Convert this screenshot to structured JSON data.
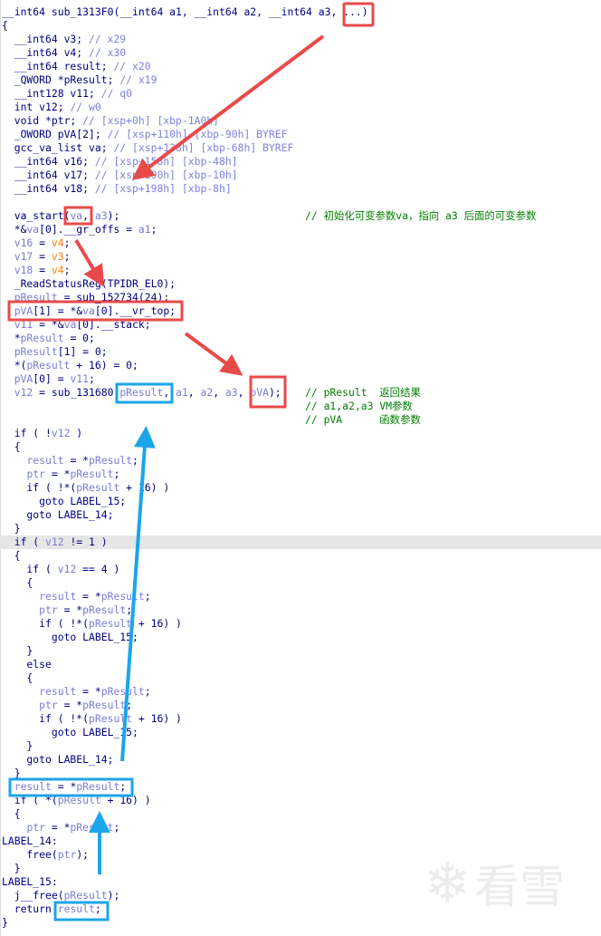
{
  "colors": {
    "keyword": "#000080",
    "variable": "#7b7bd6",
    "comment": "#8080e0",
    "constant": "#ff8000",
    "annotation_comment": "#008000",
    "highlight_row": "#e6e6e6",
    "red_annotation": "#e84a4a",
    "blue_annotation": "#1ba5ea"
  },
  "watermark": {
    "text": "看雪",
    "icon": "snowflake-icon"
  },
  "highlighted_line": 39,
  "lines": [
    [
      [
        "k",
        "__int64 sub_1313F0(__int64 a1, __int64 a2, __int64 a3, ...)"
      ]
    ],
    [
      [
        "k",
        "{"
      ]
    ],
    [
      [
        "k",
        "  __int64 v3; "
      ],
      [
        "c",
        "// x29"
      ]
    ],
    [
      [
        "k",
        "  __int64 v4; "
      ],
      [
        "c",
        "// x30"
      ]
    ],
    [
      [
        "k",
        "  __int64 result; "
      ],
      [
        "c",
        "// x20"
      ]
    ],
    [
      [
        "k",
        "  _QWORD *pResult; "
      ],
      [
        "c",
        "// x19"
      ]
    ],
    [
      [
        "k",
        "  __int128 v11; "
      ],
      [
        "c",
        "// q0"
      ]
    ],
    [
      [
        "k",
        "  int v12; "
      ],
      [
        "c",
        "// w0"
      ]
    ],
    [
      [
        "k",
        "  void *ptr; "
      ],
      [
        "c",
        "// [xsp+0h] [xbp-1A0h]"
      ]
    ],
    [
      [
        "k",
        "  _OWORD pVA[2]; "
      ],
      [
        "c",
        "// [xsp+110h] [xbp-90h] BYREF"
      ]
    ],
    [
      [
        "k",
        "  gcc_va_list va; "
      ],
      [
        "c",
        "// [xsp+138h] [xbp-68h] BYREF"
      ]
    ],
    [
      [
        "k",
        "  __int64 v16; "
      ],
      [
        "c",
        "// [xsp+158h] [xbp-48h]"
      ]
    ],
    [
      [
        "k",
        "  __int64 v17; "
      ],
      [
        "c",
        "// [xsp+190h] [xbp-10h]"
      ]
    ],
    [
      [
        "k",
        "  __int64 v18; "
      ],
      [
        "c",
        "// [xsp+198h] [xbp-8h]"
      ]
    ],
    [],
    [
      [
        "k",
        "  va_start("
      ],
      [
        "v",
        "va"
      ],
      [
        "k",
        ", "
      ],
      [
        "v",
        "a3"
      ],
      [
        "k",
        ");"
      ],
      [
        "rc",
        "// 初始化可变参数va，指向 a3 后面的可变参数"
      ]
    ],
    [
      [
        "k",
        "  *&"
      ],
      [
        "v",
        "va"
      ],
      [
        "k",
        "[0].__gr_offs = "
      ],
      [
        "v",
        "a1"
      ],
      [
        "k",
        ";"
      ]
    ],
    [
      [
        "k",
        "  "
      ],
      [
        "v",
        "v16"
      ],
      [
        "k",
        " = "
      ],
      [
        "o",
        "v4"
      ],
      [
        "k",
        ";"
      ]
    ],
    [
      [
        "k",
        "  "
      ],
      [
        "v",
        "v17"
      ],
      [
        "k",
        " = "
      ],
      [
        "o",
        "v3"
      ],
      [
        "k",
        ";"
      ]
    ],
    [
      [
        "k",
        "  "
      ],
      [
        "v",
        "v18"
      ],
      [
        "k",
        " = "
      ],
      [
        "o",
        "v4"
      ],
      [
        "k",
        ";"
      ]
    ],
    [
      [
        "k",
        "  _ReadStatusReg(TPIDR_EL0);"
      ]
    ],
    [
      [
        "k",
        "  "
      ],
      [
        "v",
        "pResult"
      ],
      [
        "k",
        " = sub_152734(24);"
      ]
    ],
    [
      [
        "k",
        "  "
      ],
      [
        "v",
        "pVA"
      ],
      [
        "k",
        "[1] = *&"
      ],
      [
        "v",
        "va"
      ],
      [
        "k",
        "[0].__vr_top;"
      ]
    ],
    [
      [
        "k",
        "  "
      ],
      [
        "v",
        "v11"
      ],
      [
        "k",
        " = *&"
      ],
      [
        "v",
        "va"
      ],
      [
        "k",
        "[0].__stack;"
      ]
    ],
    [
      [
        "k",
        "  *"
      ],
      [
        "v",
        "pResult"
      ],
      [
        "k",
        " = 0;"
      ]
    ],
    [
      [
        "k",
        "  "
      ],
      [
        "v",
        "pResult"
      ],
      [
        "k",
        "[1] = 0;"
      ]
    ],
    [
      [
        "k",
        "  *("
      ],
      [
        "v",
        "pResult"
      ],
      [
        "k",
        " + 16) = 0;"
      ]
    ],
    [
      [
        "k",
        "  "
      ],
      [
        "v",
        "pVA"
      ],
      [
        "k",
        "[0] = "
      ],
      [
        "v",
        "v11"
      ],
      [
        "k",
        ";"
      ]
    ],
    [
      [
        "k",
        "  "
      ],
      [
        "v",
        "v12"
      ],
      [
        "k",
        " = sub_131680("
      ],
      [
        "v",
        "pResult"
      ],
      [
        "k",
        ", "
      ],
      [
        "v",
        "a1"
      ],
      [
        "k",
        ", "
      ],
      [
        "v",
        "a2"
      ],
      [
        "k",
        ", "
      ],
      [
        "v",
        "a3"
      ],
      [
        "k",
        ", "
      ],
      [
        "v",
        "pVA"
      ],
      [
        "k",
        ");"
      ],
      [
        "rc",
        "// pResult  返回结果"
      ]
    ],
    [
      [
        "rc",
        "// a1,a2,a3 VM参数"
      ]
    ],
    [
      [
        "rc",
        "// pVA      函数参数"
      ]
    ],
    [
      [
        "k",
        "  if ( !"
      ],
      [
        "v",
        "v12"
      ],
      [
        "k",
        " )"
      ]
    ],
    [
      [
        "k",
        "  {"
      ]
    ],
    [
      [
        "k",
        "    "
      ],
      [
        "v",
        "result"
      ],
      [
        "k",
        " = *"
      ],
      [
        "v",
        "pResult"
      ],
      [
        "k",
        ";"
      ]
    ],
    [
      [
        "k",
        "    "
      ],
      [
        "v",
        "ptr"
      ],
      [
        "k",
        " = *"
      ],
      [
        "v",
        "pResult"
      ],
      [
        "k",
        ";"
      ]
    ],
    [
      [
        "k",
        "    if ( !*("
      ],
      [
        "v",
        "pResult"
      ],
      [
        "k",
        " + 16) )"
      ]
    ],
    [
      [
        "k",
        "      goto LABEL_15;"
      ]
    ],
    [
      [
        "k",
        "    goto LABEL_14;"
      ]
    ],
    [
      [
        "k",
        "  }"
      ]
    ],
    [
      [
        "k",
        "  if ( "
      ],
      [
        "v",
        "v12"
      ],
      [
        "k",
        " != 1 )"
      ]
    ],
    [
      [
        "k",
        "  {"
      ]
    ],
    [
      [
        "k",
        "    if ( "
      ],
      [
        "v",
        "v12"
      ],
      [
        "k",
        " == 4 )"
      ]
    ],
    [
      [
        "k",
        "    {"
      ]
    ],
    [
      [
        "k",
        "      "
      ],
      [
        "v",
        "result"
      ],
      [
        "k",
        " = *"
      ],
      [
        "v",
        "pResult"
      ],
      [
        "k",
        ";"
      ]
    ],
    [
      [
        "k",
        "      "
      ],
      [
        "v",
        "ptr"
      ],
      [
        "k",
        " = *"
      ],
      [
        "v",
        "pResult"
      ],
      [
        "k",
        ";"
      ]
    ],
    [
      [
        "k",
        "      if ( !*("
      ],
      [
        "v",
        "pResult"
      ],
      [
        "k",
        " + 16) )"
      ]
    ],
    [
      [
        "k",
        "        goto LABEL_15;"
      ]
    ],
    [
      [
        "k",
        "    }"
      ]
    ],
    [
      [
        "k",
        "    else"
      ]
    ],
    [
      [
        "k",
        "    {"
      ]
    ],
    [
      [
        "k",
        "      "
      ],
      [
        "v",
        "result"
      ],
      [
        "k",
        " = *"
      ],
      [
        "v",
        "pResult"
      ],
      [
        "k",
        ";"
      ]
    ],
    [
      [
        "k",
        "      "
      ],
      [
        "v",
        "ptr"
      ],
      [
        "k",
        " = *"
      ],
      [
        "v",
        "pResult"
      ],
      [
        "k",
        ";"
      ]
    ],
    [
      [
        "k",
        "      if ( !*("
      ],
      [
        "v",
        "pResult"
      ],
      [
        "k",
        " + 16) )"
      ]
    ],
    [
      [
        "k",
        "        goto LABEL_15;"
      ]
    ],
    [
      [
        "k",
        "    }"
      ]
    ],
    [
      [
        "k",
        "    goto LABEL_14;"
      ]
    ],
    [
      [
        "k",
        "  }"
      ]
    ],
    [
      [
        "k",
        "  "
      ],
      [
        "v",
        "result"
      ],
      [
        "k",
        " = *"
      ],
      [
        "v",
        "pResult"
      ],
      [
        "k",
        ";"
      ]
    ],
    [
      [
        "k",
        "  if ( *("
      ],
      [
        "v",
        "pResult"
      ],
      [
        "k",
        " + 16) )"
      ]
    ],
    [
      [
        "k",
        "  {"
      ]
    ],
    [
      [
        "k",
        "    "
      ],
      [
        "v",
        "ptr"
      ],
      [
        "k",
        " = *"
      ],
      [
        "v",
        "pResult"
      ],
      [
        "k",
        ";"
      ]
    ],
    [
      [
        "k",
        "LABEL_14:"
      ]
    ],
    [
      [
        "k",
        "    free("
      ],
      [
        "v",
        "ptr"
      ],
      [
        "k",
        ");"
      ]
    ],
    [
      [
        "k",
        "  }"
      ]
    ],
    [
      [
        "k",
        "LABEL_15:"
      ]
    ],
    [
      [
        "k",
        "  j__free("
      ],
      [
        "v",
        "pResult"
      ],
      [
        "k",
        ");"
      ]
    ],
    [
      [
        "k",
        "  return "
      ],
      [
        "v",
        "result"
      ],
      [
        "k",
        ";"
      ]
    ],
    [
      [
        "k",
        "}"
      ]
    ]
  ]
}
